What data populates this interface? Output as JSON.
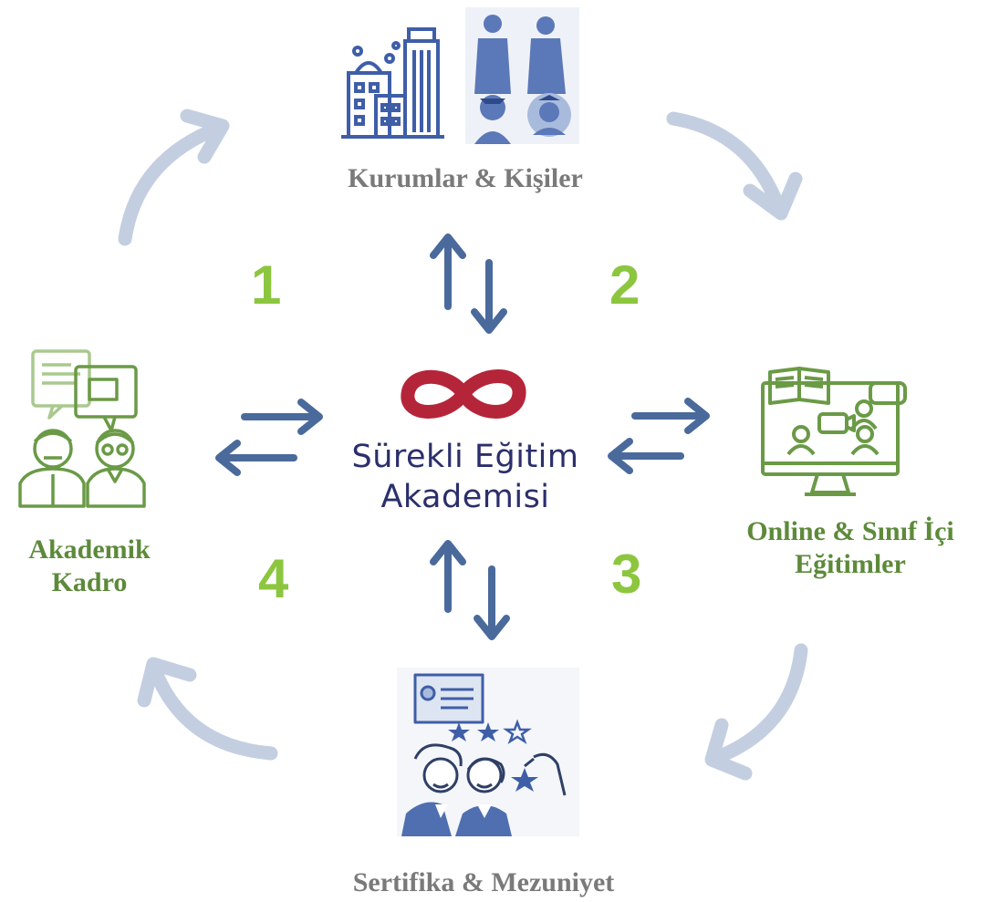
{
  "center": {
    "logo_line1": "Sürekli Eğitim",
    "logo_line2": "Akademisi",
    "logo_color": "#b5253a",
    "text_color": "#2b2f6b"
  },
  "nodes": {
    "top": {
      "label": "Kurumlar & Kişiler",
      "icon": "building-and-people-icon"
    },
    "right": {
      "label_line1": "Online & Sınıf İçi",
      "label_line2": "Eğitimler",
      "icon": "online-classroom-monitor-icon"
    },
    "bottom": {
      "label": "Sertifika & Mezuniyet",
      "icon": "certificate-graduates-icon"
    },
    "left": {
      "label_line1": "Akademik",
      "label_line2": "Kadro",
      "icon": "academic-staff-icon"
    }
  },
  "steps": [
    "1",
    "2",
    "3",
    "4"
  ],
  "colors": {
    "gray_label": "#7a7a7a",
    "green_label": "#5d8a3a",
    "step_number": "#8cc63f",
    "exchange_arrow": "#4a6a9c",
    "cycle_arrow": "#c3cfe1",
    "icon_blue": "#3f5ea8",
    "icon_green": "#6a9a46"
  }
}
